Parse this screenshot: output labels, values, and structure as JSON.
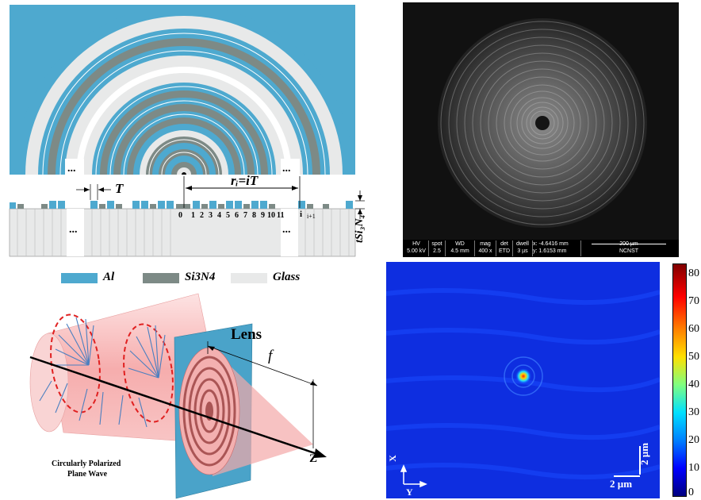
{
  "colors": {
    "al": "#4ea9cf",
    "si3n4": "#7d8a86",
    "glass": "#e8e9e9",
    "cone": "#f7b5b5",
    "lens_plate": "#4aa3c9"
  },
  "structure": {
    "label_T": "T",
    "label_r": "rᵢ=iT",
    "label_t": "tSi₃N₄",
    "zone_numbers": [
      "0",
      "1",
      "2",
      "3",
      "4",
      "5",
      "6",
      "7",
      "8",
      "9",
      "10",
      "11"
    ],
    "zone_i": "i",
    "zone_i1": "i+1",
    "dots": "..."
  },
  "legend": [
    {
      "label": "Al",
      "icon": "al-swatch"
    },
    {
      "label": "Si3N4",
      "icon": "si3n4-swatch"
    },
    {
      "label": "Glass",
      "icon": "glass-swatch"
    }
  ],
  "sem": {
    "hv_label": "HV",
    "hv_value": "5.00 kV",
    "spot_label": "spot",
    "spot_value": "2.5",
    "wd_label": "WD",
    "wd_value": "4.5 mm",
    "mag_label": "mag",
    "mag_value": "400 x",
    "det_label": "det",
    "det_value": "ETD",
    "dwell_label": "dwell",
    "dwell_value": "3 µs",
    "x_label": "x: -4.6416 mm",
    "y_label": "y: 1.6153 mm",
    "scale_label": "200 µm",
    "org_label": "NCNST"
  },
  "illustration": {
    "lens_label": "Lens",
    "focal_label": "f",
    "axis_label": "Z",
    "caption_line1": "Circularly Polarized",
    "caption_line2": "Plane Wave"
  },
  "focal_map": {
    "axis_x": "X",
    "axis_y": "Y",
    "scale_h": "2 µm",
    "scale_v": "2 µm",
    "colorbar_ticks": [
      "80",
      "70",
      "60",
      "50",
      "40",
      "30",
      "20",
      "10",
      "0"
    ]
  }
}
